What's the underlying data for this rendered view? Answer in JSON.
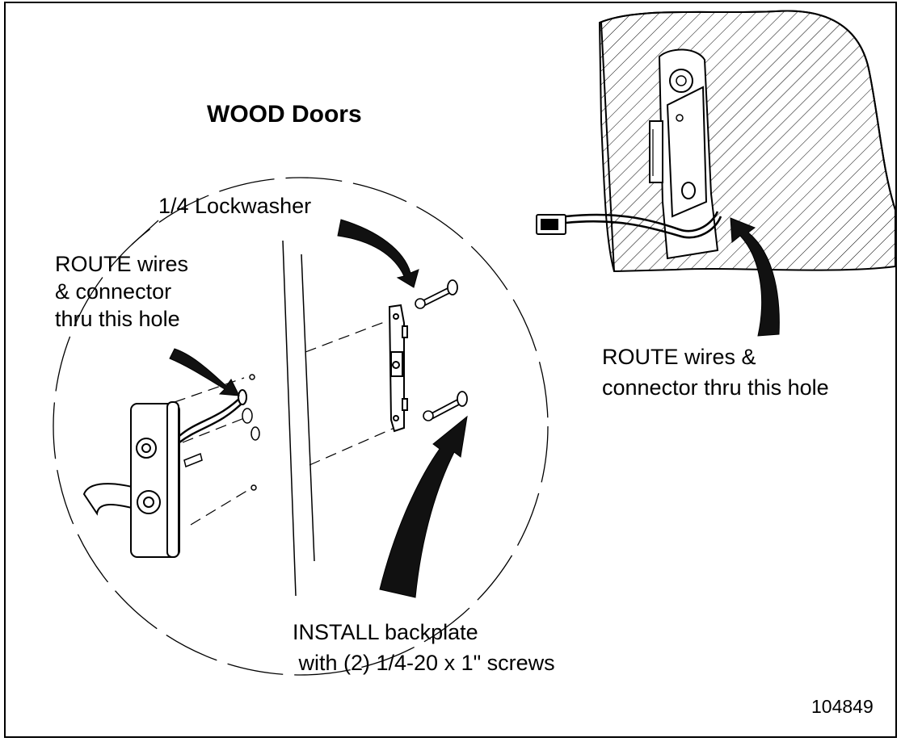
{
  "title": "WOOD Doors",
  "labels": {
    "lockwasher": "1/4 Lockwasher",
    "route_left": "ROUTE wires\n& connector\nthru this hole",
    "route_right": "ROUTE wires &\nconnector thru this hole",
    "install": "INSTALL backplate\n with (2) 1/4-20 x 1\" screws"
  },
  "figure_number": "104849",
  "colors": {
    "line": "#000000",
    "background": "#ffffff",
    "arrow_fill": "#111111"
  },
  "icons": [
    "curved-arrow-icon",
    "lever-handle-icon",
    "backplate-icon",
    "screw-icon",
    "lockwasher-icon",
    "connector-icon",
    "hinge-icon"
  ]
}
